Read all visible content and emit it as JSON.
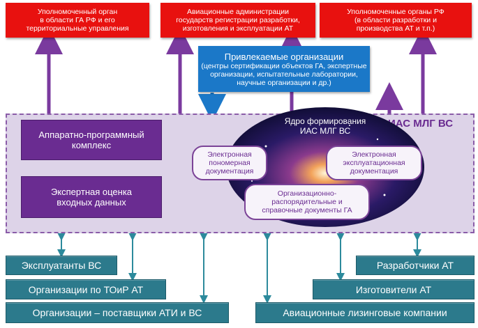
{
  "top_boxes": [
    {
      "text": "Уполномоченный орган\nв области ГА РФ и его\nтерриториальные управления"
    },
    {
      "text": "Авиационные администрации\nгосударств регистрации разработки,\nизготовления и эксплуатации АТ"
    },
    {
      "text": "Уполномоченные органы РФ\n(в области разработки и\nпроизводства АТ и т.п.)"
    }
  ],
  "involved": {
    "title": "Привлекаемые организации",
    "subtitle": "(центры сертификации объектов ГА, экспертные\nорганизации, испытательные лаборатории,\nнаучные организации и др.)"
  },
  "system_label": "ИАС МЛГ ВС",
  "left_boxes": [
    {
      "text": "Аппаратно-программный\nкомплекс"
    },
    {
      "text": "Экспертная оценка\nвходных данных"
    }
  ],
  "core": {
    "title": "Ядро формирования\nИАС МЛГ ВС",
    "docs": [
      {
        "text": "Электронная\nпономерная\nдокументация"
      },
      {
        "text": "Электронная\nэксплуатационная\nдокументация"
      },
      {
        "text": "Организационно-\nраспорядительные и\nсправочные документы ГА"
      }
    ]
  },
  "bottom_left": [
    {
      "text": "Эксплуатанты ВС"
    },
    {
      "text": "Организации  по ТОиР АТ"
    },
    {
      "text": "Организации  – поставщики  АТИ и ВС"
    }
  ],
  "bottom_right": [
    {
      "text": "Разработчики АТ"
    },
    {
      "text": "Изготовители АТ"
    },
    {
      "text": "Авиационные лизинговые компании"
    }
  ],
  "colors": {
    "red": "#e8110f",
    "blue": "#1b78c8",
    "purple": "#6a2c91",
    "panel": "#ddd3e8",
    "teal": "#2c7a8c"
  }
}
